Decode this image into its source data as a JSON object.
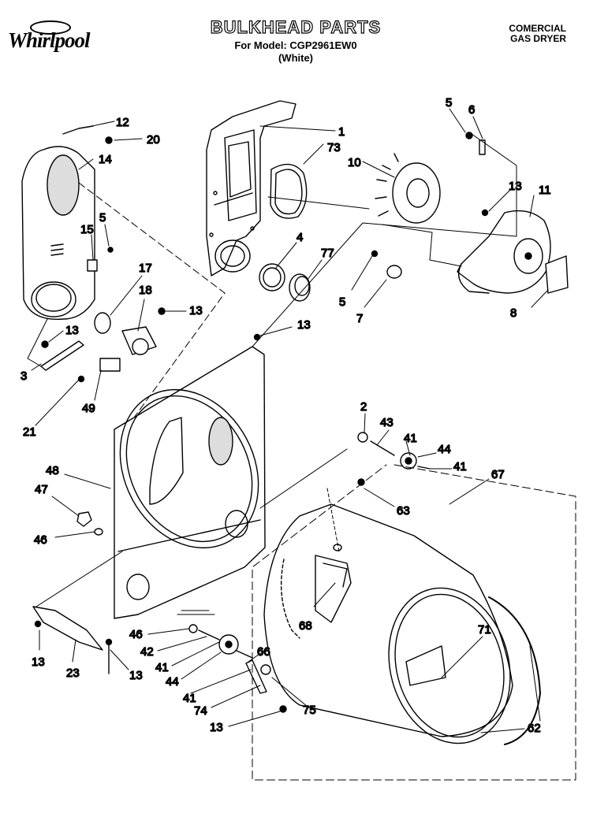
{
  "brand": "Whirlpool",
  "header": {
    "title": "BULKHEAD PARTS",
    "model_line": "For Model: CGP2961EW0",
    "color_line": "(White)",
    "product_line1": "COMERCIAL",
    "product_line2": "GAS DRYER"
  },
  "callouts": [
    {
      "id": "c1",
      "text": "1"
    },
    {
      "id": "c73",
      "text": "73"
    },
    {
      "id": "c12",
      "text": "12"
    },
    {
      "id": "c20",
      "text": "20"
    },
    {
      "id": "c14",
      "text": "14"
    },
    {
      "id": "c5a",
      "text": "5"
    },
    {
      "id": "c6",
      "text": "6"
    },
    {
      "id": "c10",
      "text": "10"
    },
    {
      "id": "c13a",
      "text": "13"
    },
    {
      "id": "c11",
      "text": "11"
    },
    {
      "id": "c5b",
      "text": "5"
    },
    {
      "id": "c15",
      "text": "15"
    },
    {
      "id": "c4",
      "text": "4"
    },
    {
      "id": "c77",
      "text": "77"
    },
    {
      "id": "c5c",
      "text": "5"
    },
    {
      "id": "c7",
      "text": "7"
    },
    {
      "id": "c8",
      "text": "8"
    },
    {
      "id": "c17",
      "text": "17"
    },
    {
      "id": "c18",
      "text": "18"
    },
    {
      "id": "c13b",
      "text": "13"
    },
    {
      "id": "c13c",
      "text": "13"
    },
    {
      "id": "c13d",
      "text": "13"
    },
    {
      "id": "c3",
      "text": "3"
    },
    {
      "id": "c49",
      "text": "49"
    },
    {
      "id": "c21",
      "text": "21"
    },
    {
      "id": "c2",
      "text": "2"
    },
    {
      "id": "c43",
      "text": "43"
    },
    {
      "id": "c41a",
      "text": "41"
    },
    {
      "id": "c44a",
      "text": "44"
    },
    {
      "id": "c41b",
      "text": "41"
    },
    {
      "id": "c67",
      "text": "67"
    },
    {
      "id": "c48",
      "text": "48"
    },
    {
      "id": "c63",
      "text": "63"
    },
    {
      "id": "c47",
      "text": "47"
    },
    {
      "id": "c46a",
      "text": "46"
    },
    {
      "id": "c68",
      "text": "68"
    },
    {
      "id": "c71",
      "text": "71"
    },
    {
      "id": "c46b",
      "text": "46"
    },
    {
      "id": "c42",
      "text": "42"
    },
    {
      "id": "c41c",
      "text": "41"
    },
    {
      "id": "c66",
      "text": "66"
    },
    {
      "id": "c44b",
      "text": "44"
    },
    {
      "id": "c41d",
      "text": "41"
    },
    {
      "id": "c13e",
      "text": "13"
    },
    {
      "id": "c23",
      "text": "23"
    },
    {
      "id": "c13f",
      "text": "13"
    },
    {
      "id": "c74",
      "text": "74"
    },
    {
      "id": "c75",
      "text": "75"
    },
    {
      "id": "c13g",
      "text": "13"
    },
    {
      "id": "c62",
      "text": "62"
    }
  ]
}
